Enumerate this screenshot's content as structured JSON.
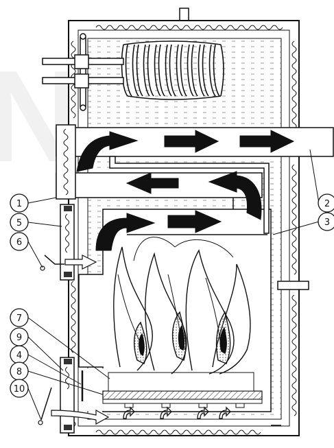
{
  "watermark": {
    "text": "NDA"
  },
  "callouts": [
    {
      "id": "c1",
      "label": "1"
    },
    {
      "id": "c2",
      "label": "2"
    },
    {
      "id": "c3",
      "label": "3"
    },
    {
      "id": "c4",
      "label": "4"
    },
    {
      "id": "c5",
      "label": "5"
    },
    {
      "id": "c6",
      "label": "6"
    },
    {
      "id": "c7",
      "label": "7"
    },
    {
      "id": "c8",
      "label": "8"
    },
    {
      "id": "c9",
      "label": "9"
    },
    {
      "id": "c10",
      "label": "10"
    }
  ],
  "colors": {
    "line": "#111111",
    "arrow_fill": "#111111",
    "water_dash": "#9a9a9a",
    "flame_core": "#6a6a6a",
    "grate_hatch": "#444444"
  }
}
